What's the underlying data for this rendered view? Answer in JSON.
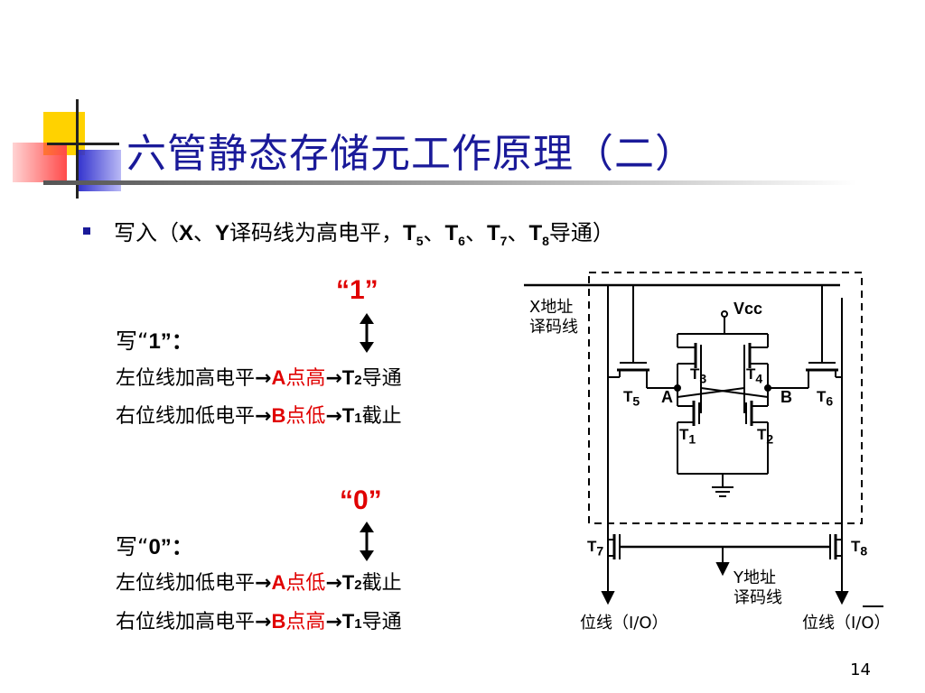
{
  "title": "六管静态存储元工作原理（二）",
  "bullet": {
    "pre": "写入（",
    "x": "X",
    "sep1": "、",
    "y": "Y",
    "mid": "译码线为高电平，",
    "t5": "T",
    "t5sub": "5",
    "sep2": "、",
    "t6": "T",
    "t6sub": "6",
    "sep3": "、",
    "t7": "T",
    "t7sub": "7",
    "sep4": "、",
    "t8": "T",
    "t8sub": "8",
    "post": "导通）"
  },
  "write1": {
    "big_label": "“1”",
    "heading_pre": "写“",
    "heading_val": "1",
    "heading_post": "”：",
    "line1": {
      "prefix": "左位线加高电平",
      "arrow1": "→",
      "point": "A",
      "state": "点高",
      "arrow2": "→",
      "t": "T",
      "tsub": "2",
      "result": "导通"
    },
    "line2": {
      "prefix": "右位线加低电平",
      "arrow1": "→",
      "point": "B",
      "state": "点低",
      "arrow2": "→",
      "t": "T",
      "tsub": "1",
      "result": "截止"
    }
  },
  "write0": {
    "big_label": "“0”",
    "heading_pre": "写“",
    "heading_val": "0",
    "heading_post": "”：",
    "line1": {
      "prefix": "左位线加低电平",
      "arrow1": "→",
      "point": "A",
      "state": "点低",
      "arrow2": "→",
      "t": "T",
      "tsub": "2",
      "result": "截止"
    },
    "line2": {
      "prefix": "右位线加高电平",
      "arrow1": "→",
      "point": "B",
      "state": "点高",
      "arrow2": "→",
      "t": "T",
      "tsub": "1",
      "result": "导通"
    }
  },
  "diagram": {
    "x_decode": [
      "X地址",
      "译码线"
    ],
    "vcc": "Vcc",
    "t3": "T",
    "t3sub": "3",
    "t4": "T",
    "t4sub": "4",
    "t5": "T",
    "t5sub": "5",
    "t6": "T",
    "t6sub": "6",
    "t1": "T",
    "t1sub": "1",
    "t2": "T",
    "t2sub": "2",
    "t7": "T",
    "t7sub": "7",
    "t8": "T",
    "t8sub": "8",
    "node_a": "A",
    "node_b": "B",
    "y_decode": [
      "Y地址",
      "译码线"
    ],
    "bitline_left": "位线（I/O）",
    "bitline_right_pre": "位线（",
    "bitline_right_io": "I/O",
    "bitline_right_post": "）"
  },
  "colors": {
    "title": "#1a1a99",
    "accent_red": "#e00000",
    "deco_yellow": "#ffd200",
    "deco_blue": "#2d2dcc",
    "deco_red": "#ff5050"
  },
  "page_number": "14"
}
